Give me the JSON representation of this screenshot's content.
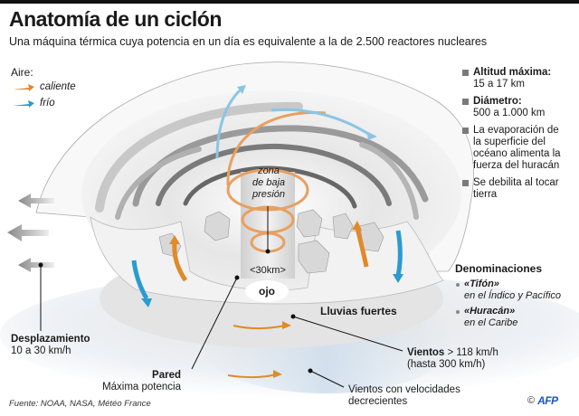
{
  "header": {
    "title": "Anatomía de un ciclón",
    "subtitle": "Una máquina térmica cuya potencia en un día es equivalente a la de 2.500 reactores nucleares"
  },
  "legend": {
    "title": "Aire:",
    "items": [
      {
        "label": "caliente",
        "icon": "orange-arrow-icon",
        "color": "#e08a2a"
      },
      {
        "label": "frío",
        "icon": "blue-arrow-icon",
        "color": "#2a9bd0"
      }
    ]
  },
  "facts": [
    {
      "title": "Altitud máxima:",
      "text": "15 a 17 km"
    },
    {
      "title": "Diámetro:",
      "text": "500 a 1.000 km"
    },
    {
      "title": "",
      "text": "La evaporación de la superficie del océano alimenta la fuerza del huracán"
    },
    {
      "title": "",
      "text": "Se debilita al tocar tierra"
    }
  ],
  "denominations": {
    "title": "Denominaciones",
    "items": [
      {
        "name": "«Tifón»",
        "region": "en el Índico y Pacífico"
      },
      {
        "name": "«Huracán»",
        "region": "en el Caribe"
      }
    ]
  },
  "diagram": {
    "low_pressure": [
      "zona",
      "de baja",
      "presión"
    ],
    "eye_width": "<30km>",
    "eye": "ojo",
    "rain": "Lluvias fuertes",
    "displacement": {
      "title": "Desplazamiento",
      "text": "10 a 30 km/h"
    },
    "wall": {
      "title": "Pared",
      "text": "Máxima potencia"
    },
    "winds": {
      "title": "Vientos",
      "text": " > 118 km/h",
      "text2": "(hasta 300 km/h)"
    },
    "decreasing": [
      "Vientos con velocidades",
      "decrecientes"
    ]
  },
  "footer": {
    "source": "Fuente: NOAA, NASA, Météo France",
    "copyright": "©",
    "brand": "AFP"
  },
  "colors": {
    "warm": "#e08a2a",
    "cold": "#2a9bd0",
    "bullet": "#7a7a7a",
    "brand": "#1a56c4"
  }
}
